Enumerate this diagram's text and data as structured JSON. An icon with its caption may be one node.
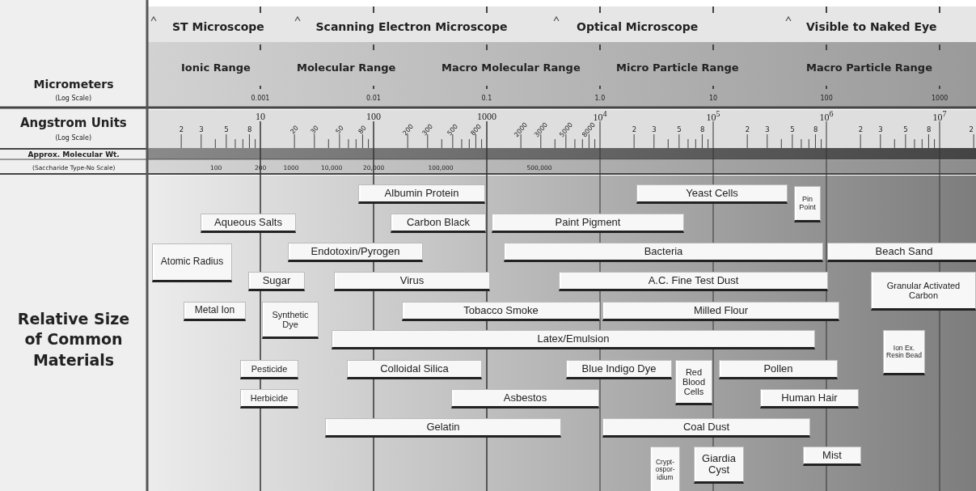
{
  "diagram": {
    "nodes": [
      {
        "text": [
          "Albumin Protein"
        ]
      },
      {
        "text": [
          "Yeast Cells"
        ]
      },
      {
        "text": [
          "Pin Point"
        ]
      },
      {
        "text": [
          "Aqueous Salts"
        ]
      },
      {
        "text": [
          "Carbon Black"
        ]
      },
      {
        "text": [
          "Paint Pigment"
        ]
      },
      {
        "text": [
          "Atomic Radius"
        ]
      },
      {
        "text": [
          "Endotoxin/Pyrogen"
        ]
      },
      {
        "text": [
          "Bacteria"
        ]
      },
      {
        "text": [
          "Beach Sand"
        ]
      },
      {
        "text": [
          "Sugar"
        ]
      },
      {
        "text": [
          "Virus"
        ]
      },
      {
        "text": [
          "A.C. Fine Test Dust"
        ]
      },
      {
        "text": [
          "Granular Activated Carbon"
        ]
      },
      {
        "text": [
          "Metal Ion"
        ]
      },
      {
        "text": [
          "Synthetic Dye"
        ]
      },
      {
        "text": [
          "Tobacco Smoke"
        ]
      },
      {
        "text": [
          "Milled Flour"
        ]
      },
      {
        "text": [
          "Latex/Emulsion"
        ]
      },
      {
        "text": [
          "Ion Ex. Resin Bead"
        ]
      },
      {
        "text": [
          "Pesticide"
        ]
      },
      {
        "text": [
          "Colloidal Silica"
        ]
      },
      {
        "text": [
          "Blue Indigo Dye"
        ]
      },
      {
        "text": [
          "Red Blood Cells"
        ]
      },
      {
        "text": [
          "Pollen"
        ]
      },
      {
        "text": [
          "Herbicide"
        ]
      },
      {
        "text": [
          "Asbestos"
        ]
      },
      {
        "text": [
          "Human Hair"
        ]
      },
      {
        "text": [
          "Gelatin"
        ]
      },
      {
        "text": [
          "Coal Dust"
        ]
      },
      {
        "text": [
          "Crypt- ospor- idium"
        ]
      },
      {
        "text": [
          "Giardia Cyst"
        ]
      },
      {
        "text": [
          "Mist"
        ]
      }
    ],
    "labels": [
      "ST Microscope",
      "Scanning Electron Microscope",
      "Optical Microscope",
      "Visible to Naked Eye",
      "Ionic Range",
      "Molecular Range",
      "Macro Molecular Range",
      "Micro Particle Range",
      "Macro Particle Range",
      "Micrometers",
      "(Log Scale)",
      "0.001",
      "0.01",
      "0.1",
      "1.0",
      "10",
      "100",
      "1000",
      "Angstrom Units",
      "(Log Scale)",
      "2",
      "3",
      "5",
      "8",
      "10",
      "20",
      "30",
      "50",
      "80",
      "100",
      "200",
      "300",
      "500",
      "800",
      "1000",
      "2000",
      "3000",
      "5000",
      "8000",
      "10$^{4}$",
      "2",
      "3",
      "5",
      "8",
      "10$^{5}$",
      "2",
      "3",
      "5",
      "8",
      "10$^{6}$",
      "2",
      "3",
      "5",
      "8",
      "10$^{7}$",
      "2",
      "Approx. Molecular Wt.",
      "(Saccharide Type-No Scale)",
      "100",
      "200",
      "1000",
      "10,000",
      "20,000",
      "100,000",
      "500,000",
      "Relative Size of Common Materials"
    ]
  }
}
